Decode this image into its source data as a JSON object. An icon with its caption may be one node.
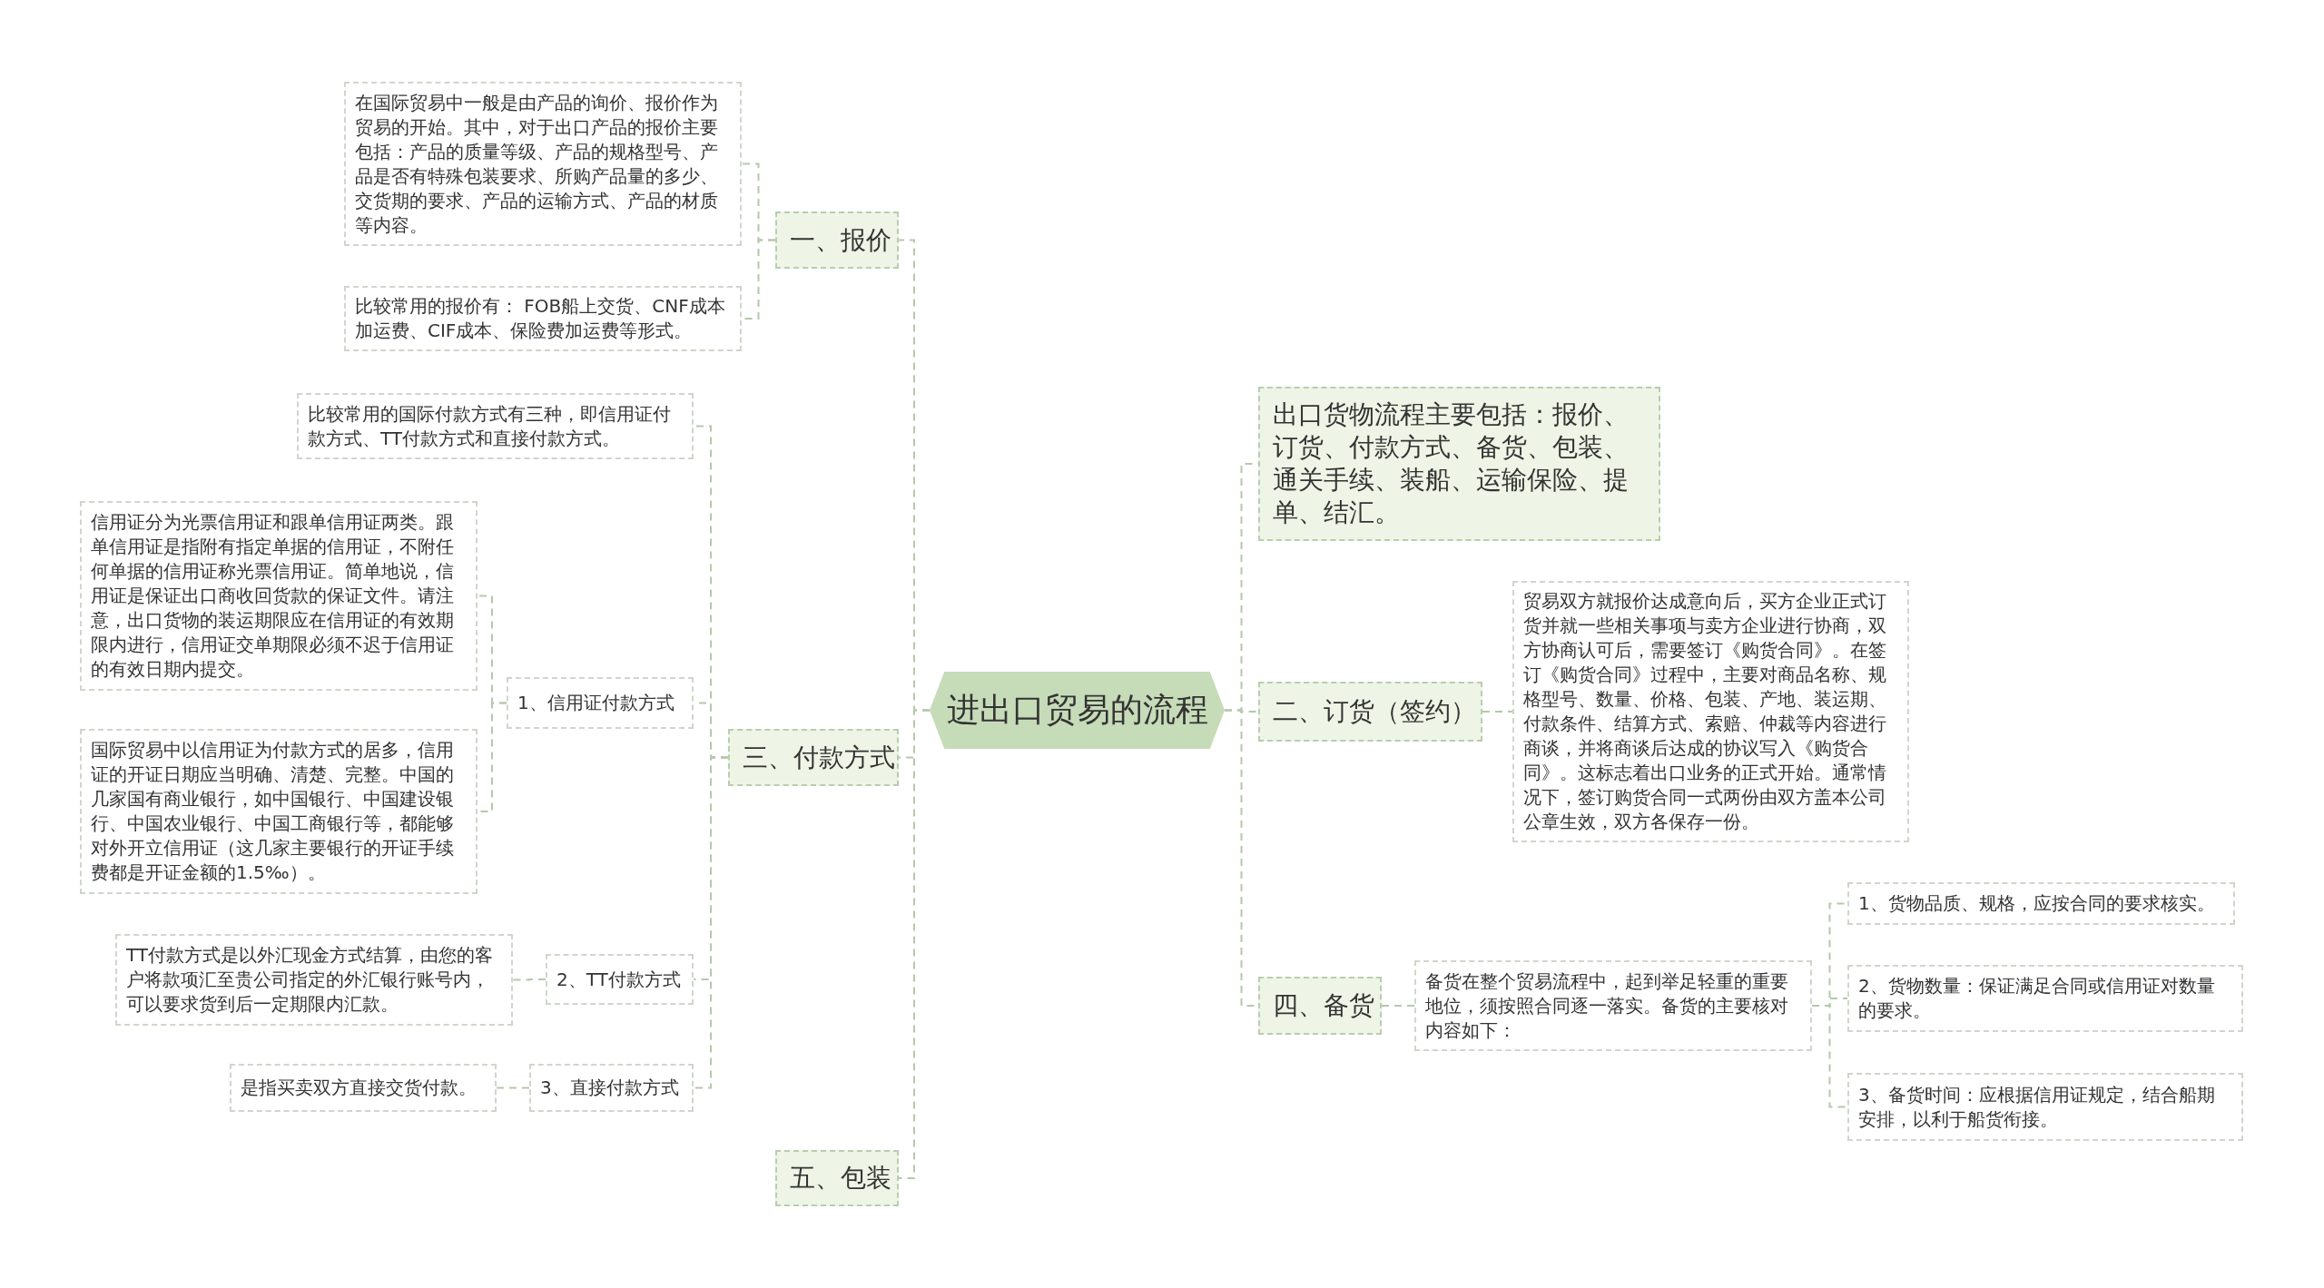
{
  "diagram": {
    "nodes": [
      {
        "text": [
          "进出口贸易的流程"
        ]
      },
      {
        "text": [
          "一、报价"
        ]
      },
      {
        "text": [
          "在国际贸易中一般是由产品的询价、报价作为贸易的开始。其中，对于出口产品的报价主要包括：产品的质量等级、产品的规格型号、产品是否有特殊包装要求、所购产品量的多少、交货期的要求、产品的运输方式、产品的材质等内容。"
        ]
      },
      {
        "text": [
          "比较常用的报价有： FOB船上交货、CNF成本加运费、CIF成本、保险费加运费等形式。"
        ]
      },
      {
        "text": [
          "三、付款方式"
        ]
      },
      {
        "text": [
          "比较常用的国际付款方式有三种，即信用证付款方式、TT付款方式和直接付款方式。"
        ]
      },
      {
        "text": [
          "1、信用证付款方式"
        ]
      },
      {
        "text": [
          "信用证分为光票信用证和跟单信用证两类。跟单信用证是指附有指定单据的信用证，不附任何单据的信用证称光票信用证。简单地说，信用证是保证出口商收回货款的保证文件。请注意，出口货物的装运期限应在信用证的有效期限内进行，信用证交单期限必须不迟于信用证的有效日期内提交。"
        ]
      },
      {
        "text": [
          "国际贸易中以信用证为付款方式的居多，信用证的开证日期应当明确、清楚、完整。中国的几家国有商业银行，如中国银行、中国建设银行、中国农业银行、中国工商银行等，都能够对外开立信用证（这几家主要银行的开证手续费都是开证金额的1.5‰）。"
        ]
      },
      {
        "text": [
          "2、TT付款方式"
        ]
      },
      {
        "text": [
          "TT付款方式是以外汇现金方式结算，由您的客户将款项汇至贵公司指定的外汇银行账号内，可以要求货到后一定期限内汇款。"
        ]
      },
      {
        "text": [
          "3、直接付款方式"
        ]
      },
      {
        "text": [
          "是指买卖双方直接交货付款。"
        ]
      },
      {
        "text": [
          "五、包装"
        ]
      },
      {
        "text": [
          "出口货物流程主要包括：报价、订货、付款方式、备货、包装、通关手续、装船、运输保险、提单、结汇。"
        ]
      },
      {
        "text": [
          "二、订货（签约）"
        ]
      },
      {
        "text": [
          "贸易双方就报价达成意向后，买方企业正式订货并就一些相关事项与卖方企业进行协商，双方协商认可后，需要签订《购货合同》。在签订《购货合同》过程中，主要对商品名称、规格型号、数量、价格、包装、产地、装运期、付款条件、结算方式、索赔、仲裁等内容进行商谈，并将商谈后达成的协议写入《购货合同》。这标志着出口业务的正式开始。通常情况下，签订购货合同一式两份由双方盖本公司公章生效，双方各保存一份。"
        ]
      },
      {
        "text": [
          "四、备货"
        ]
      },
      {
        "text": [
          "备货在整个贸易流程中，起到举足轻重的重要地位，须按照合同逐一落实。备货的主要核对内容如下："
        ]
      },
      {
        "text": [
          "1、货物品质、规格，应按合同的要求核实。"
        ]
      },
      {
        "text": [
          "2、货物数量：保证满足合同或信用证对数量的要求。"
        ]
      },
      {
        "text": [
          "3、备货时间：应根据信用证规定，结合船期安排，以利于船货衔接。"
        ]
      }
    ],
    "edges": [
      {
        "from": 0,
        "to": 1,
        "arrow": "none"
      },
      {
        "from": 0,
        "to": 4,
        "arrow": "none"
      },
      {
        "from": 0,
        "to": 13,
        "arrow": "none"
      },
      {
        "from": 0,
        "to": 14,
        "arrow": "none"
      },
      {
        "from": 0,
        "to": 15,
        "arrow": "none"
      },
      {
        "from": 0,
        "to": 17,
        "arrow": "none"
      },
      {
        "from": 1,
        "to": 2,
        "arrow": "none"
      },
      {
        "from": 1,
        "to": 3,
        "arrow": "none"
      },
      {
        "from": 4,
        "to": 5,
        "arrow": "none"
      },
      {
        "from": 4,
        "to": 6,
        "arrow": "none"
      },
      {
        "from": 4,
        "to": 9,
        "arrow": "none"
      },
      {
        "from": 4,
        "to": 11,
        "arrow": "none"
      },
      {
        "from": 6,
        "to": 7,
        "arrow": "none"
      },
      {
        "from": 6,
        "to": 8,
        "arrow": "none"
      },
      {
        "from": 9,
        "to": 10,
        "arrow": "none"
      },
      {
        "from": 11,
        "to": 12,
        "arrow": "none"
      },
      {
        "from": 15,
        "to": 16,
        "arrow": "none"
      },
      {
        "from": 17,
        "to": 18,
        "arrow": "none"
      },
      {
        "from": 18,
        "to": 19,
        "arrow": "none"
      },
      {
        "from": 18,
        "to": 20,
        "arrow": "none"
      },
      {
        "from": 18,
        "to": 21,
        "arrow": "none"
      }
    ]
  }
}
